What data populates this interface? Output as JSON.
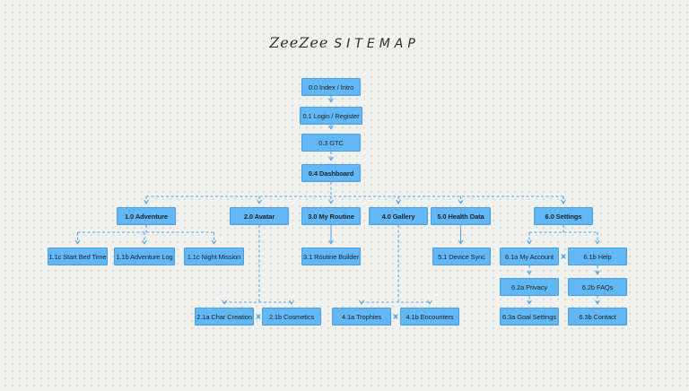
{
  "title": {
    "script": "ZeeZee",
    "caps": "SITEMAP"
  },
  "colors": {
    "background": "#f1f1ef",
    "dot_grid": "#dcdcd8",
    "node_fill": "#62b7f4",
    "node_border": "#3482c4",
    "connector": "#55a8ea",
    "node_text": "#18232e",
    "title_text": "#2e2e2e"
  },
  "nodes": [
    {
      "id": "0.0",
      "label": "0.0 Index / Intro"
    },
    {
      "id": "0.1",
      "label": "0.1 Login / Register"
    },
    {
      "id": "0.3",
      "label": "0.3 GTC"
    },
    {
      "id": "0.4",
      "label": "0.4 Dashboard"
    },
    {
      "id": "1.0",
      "label": "1.0 Adventure"
    },
    {
      "id": "2.0",
      "label": "2.0 Avatar"
    },
    {
      "id": "3.0",
      "label": "3.0 My Routine"
    },
    {
      "id": "4.0",
      "label": "4.0 Gallery"
    },
    {
      "id": "5.0",
      "label": "5.0 Health Data"
    },
    {
      "id": "6.0",
      "label": "6.0 Settings"
    },
    {
      "id": "1.1c-start",
      "label": "1.1c Start Bed Time"
    },
    {
      "id": "1.1b",
      "label": "1.1b Adventure Log"
    },
    {
      "id": "1.1c-night",
      "label": "1.1c Night Mission"
    },
    {
      "id": "3.1",
      "label": "3.1 Routine Builder"
    },
    {
      "id": "5.1",
      "label": "5.1 Device Sync"
    },
    {
      "id": "6.1a",
      "label": "6.1a My Account"
    },
    {
      "id": "6.1b",
      "label": "6.1b Help"
    },
    {
      "id": "6.2a",
      "label": "6.2a Privacy"
    },
    {
      "id": "6.2b",
      "label": "6.2b FAQs"
    },
    {
      "id": "2.1a",
      "label": "2.1a Char Creation"
    },
    {
      "id": "2.1b",
      "label": "2.1b Cosmetics"
    },
    {
      "id": "4.1a",
      "label": "4.1a Trophies"
    },
    {
      "id": "4.1b",
      "label": "4.1b Encounters"
    },
    {
      "id": "6.3a",
      "label": "6.3a Goal Settings"
    },
    {
      "id": "6.3b",
      "label": "6.3b Contact"
    }
  ]
}
